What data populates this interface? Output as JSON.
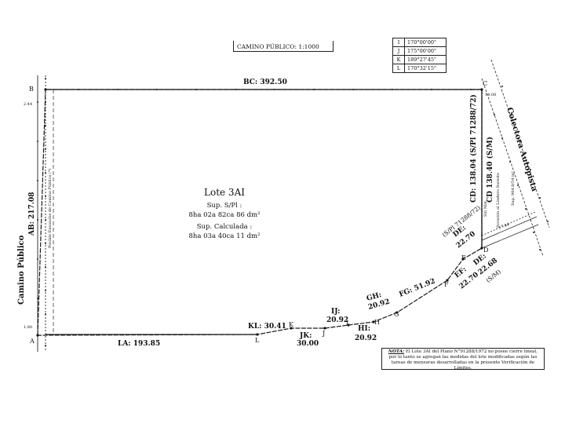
{
  "title_box": {
    "text": "CAMINO PÚBLICO: 1:1000"
  },
  "angle_table": [
    {
      "key": "I",
      "value": "170°00'00\""
    },
    {
      "key": "J",
      "value": "175°00'00\""
    },
    {
      "key": "K",
      "value": "189°27'45\""
    },
    {
      "key": "L",
      "value": "170°32'15\""
    }
  ],
  "lot": {
    "name": "Lote 3AI",
    "sup_pl_label": "Sup. S/Pl :",
    "sup_pl_value": "8ha 02a 82ca 86 dm²",
    "sup_calc_label": "Sup. Calculada :",
    "sup_calc_value": "8ha 03a 40ca 11 dm²"
  },
  "vertices": [
    "A",
    "B",
    "C",
    "D",
    "E",
    "F",
    "G",
    "H",
    "I",
    "J",
    "K",
    "L"
  ],
  "sides": {
    "bc": "BC: 392.50",
    "ab": "AB: 217.08",
    "la": "LA: 193.85",
    "kl": "KL: 30.41",
    "jk_name": "JK:",
    "jk_value": "30.00",
    "ij_name": "IJ:",
    "ij_value": "20.92",
    "hi_name": "HI:",
    "hi_value": "20.92",
    "gh_name": "GH:",
    "gh_value": "20.92",
    "fg": "FG: 51.92",
    "ef_name": "EF:",
    "ef_value": "22.70",
    "de_upper_name": "DE:",
    "de_upper_value": "22.70",
    "de_upper_note": "(S/Pl 71288/72)",
    "de_lower_name": "DE:",
    "de_lower_value": "22.68",
    "de_lower_note": "(S/M)",
    "cd_pl": "CD: 138.04 (S/Pl 71288/72)",
    "cd_m": "CD 138.40 (S/M)"
  },
  "edges": {
    "camino_publico": "Camino Público",
    "colectora": "Colectora Autopista",
    "ensanche": "Posible Ensanche de Camino Público (*)",
    "offset_top": "2.44",
    "offset_bottom": "1.80",
    "offset_c": "14.08",
    "offset_d": "17.44",
    "sin_mat": "Sin Mat.",
    "invasion": "Invasión al Lindero Sureste",
    "sup_inv": "Sup. 964.8/54 m²"
  },
  "note": {
    "label": "NOTA:",
    "text": "El Lote 3AI del Plano N°91288/1972 no posee cierre lineal, por lo tanto se agregan las medidas del lote modificadas según las tareas de mensuras desarrolladas en la presente Verificación de Límites."
  }
}
